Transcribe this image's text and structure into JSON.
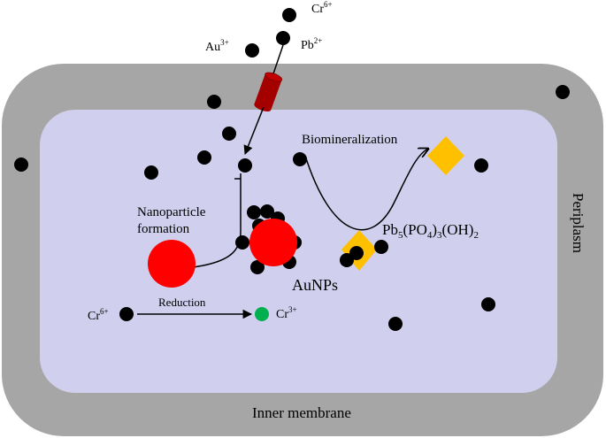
{
  "colors": {
    "periplasm": "#a6a6a6",
    "cytoplasm": "#d0d0ee",
    "ion": "#000000",
    "au_nanoparticle": "#ff0000",
    "mineral": "#ffc000",
    "reduced_chromium": "#00b050",
    "transporter": "#a50000",
    "transporter_top": "#c00000"
  },
  "labels": {
    "cr6_top_symbol": "Cr",
    "cr6_top_charge": "6+",
    "au3_symbol": "Au",
    "au3_charge": "3+",
    "pb2_symbol": "Pb",
    "pb2_charge": "2+",
    "biomineralization": "Biomineralization",
    "nanoparticle_line1": "Nanoparticle",
    "nanoparticle_line2": "formation",
    "auNPs": "AuNPs",
    "mineral_formula": {
      "p1": "Pb",
      "s1": "5",
      "p2": "(PO",
      "s2": "4",
      "p3": ")",
      "s3": "3",
      "p4": "(OH)",
      "s4": "2"
    },
    "reduction": "Reduction",
    "cr6_left_symbol": "Cr",
    "cr6_left_charge": "6+",
    "cr3_symbol": "Cr",
    "cr3_charge": "3+",
    "periplasm": "Periplasm",
    "inner_membrane": "Inner membrane"
  }
}
